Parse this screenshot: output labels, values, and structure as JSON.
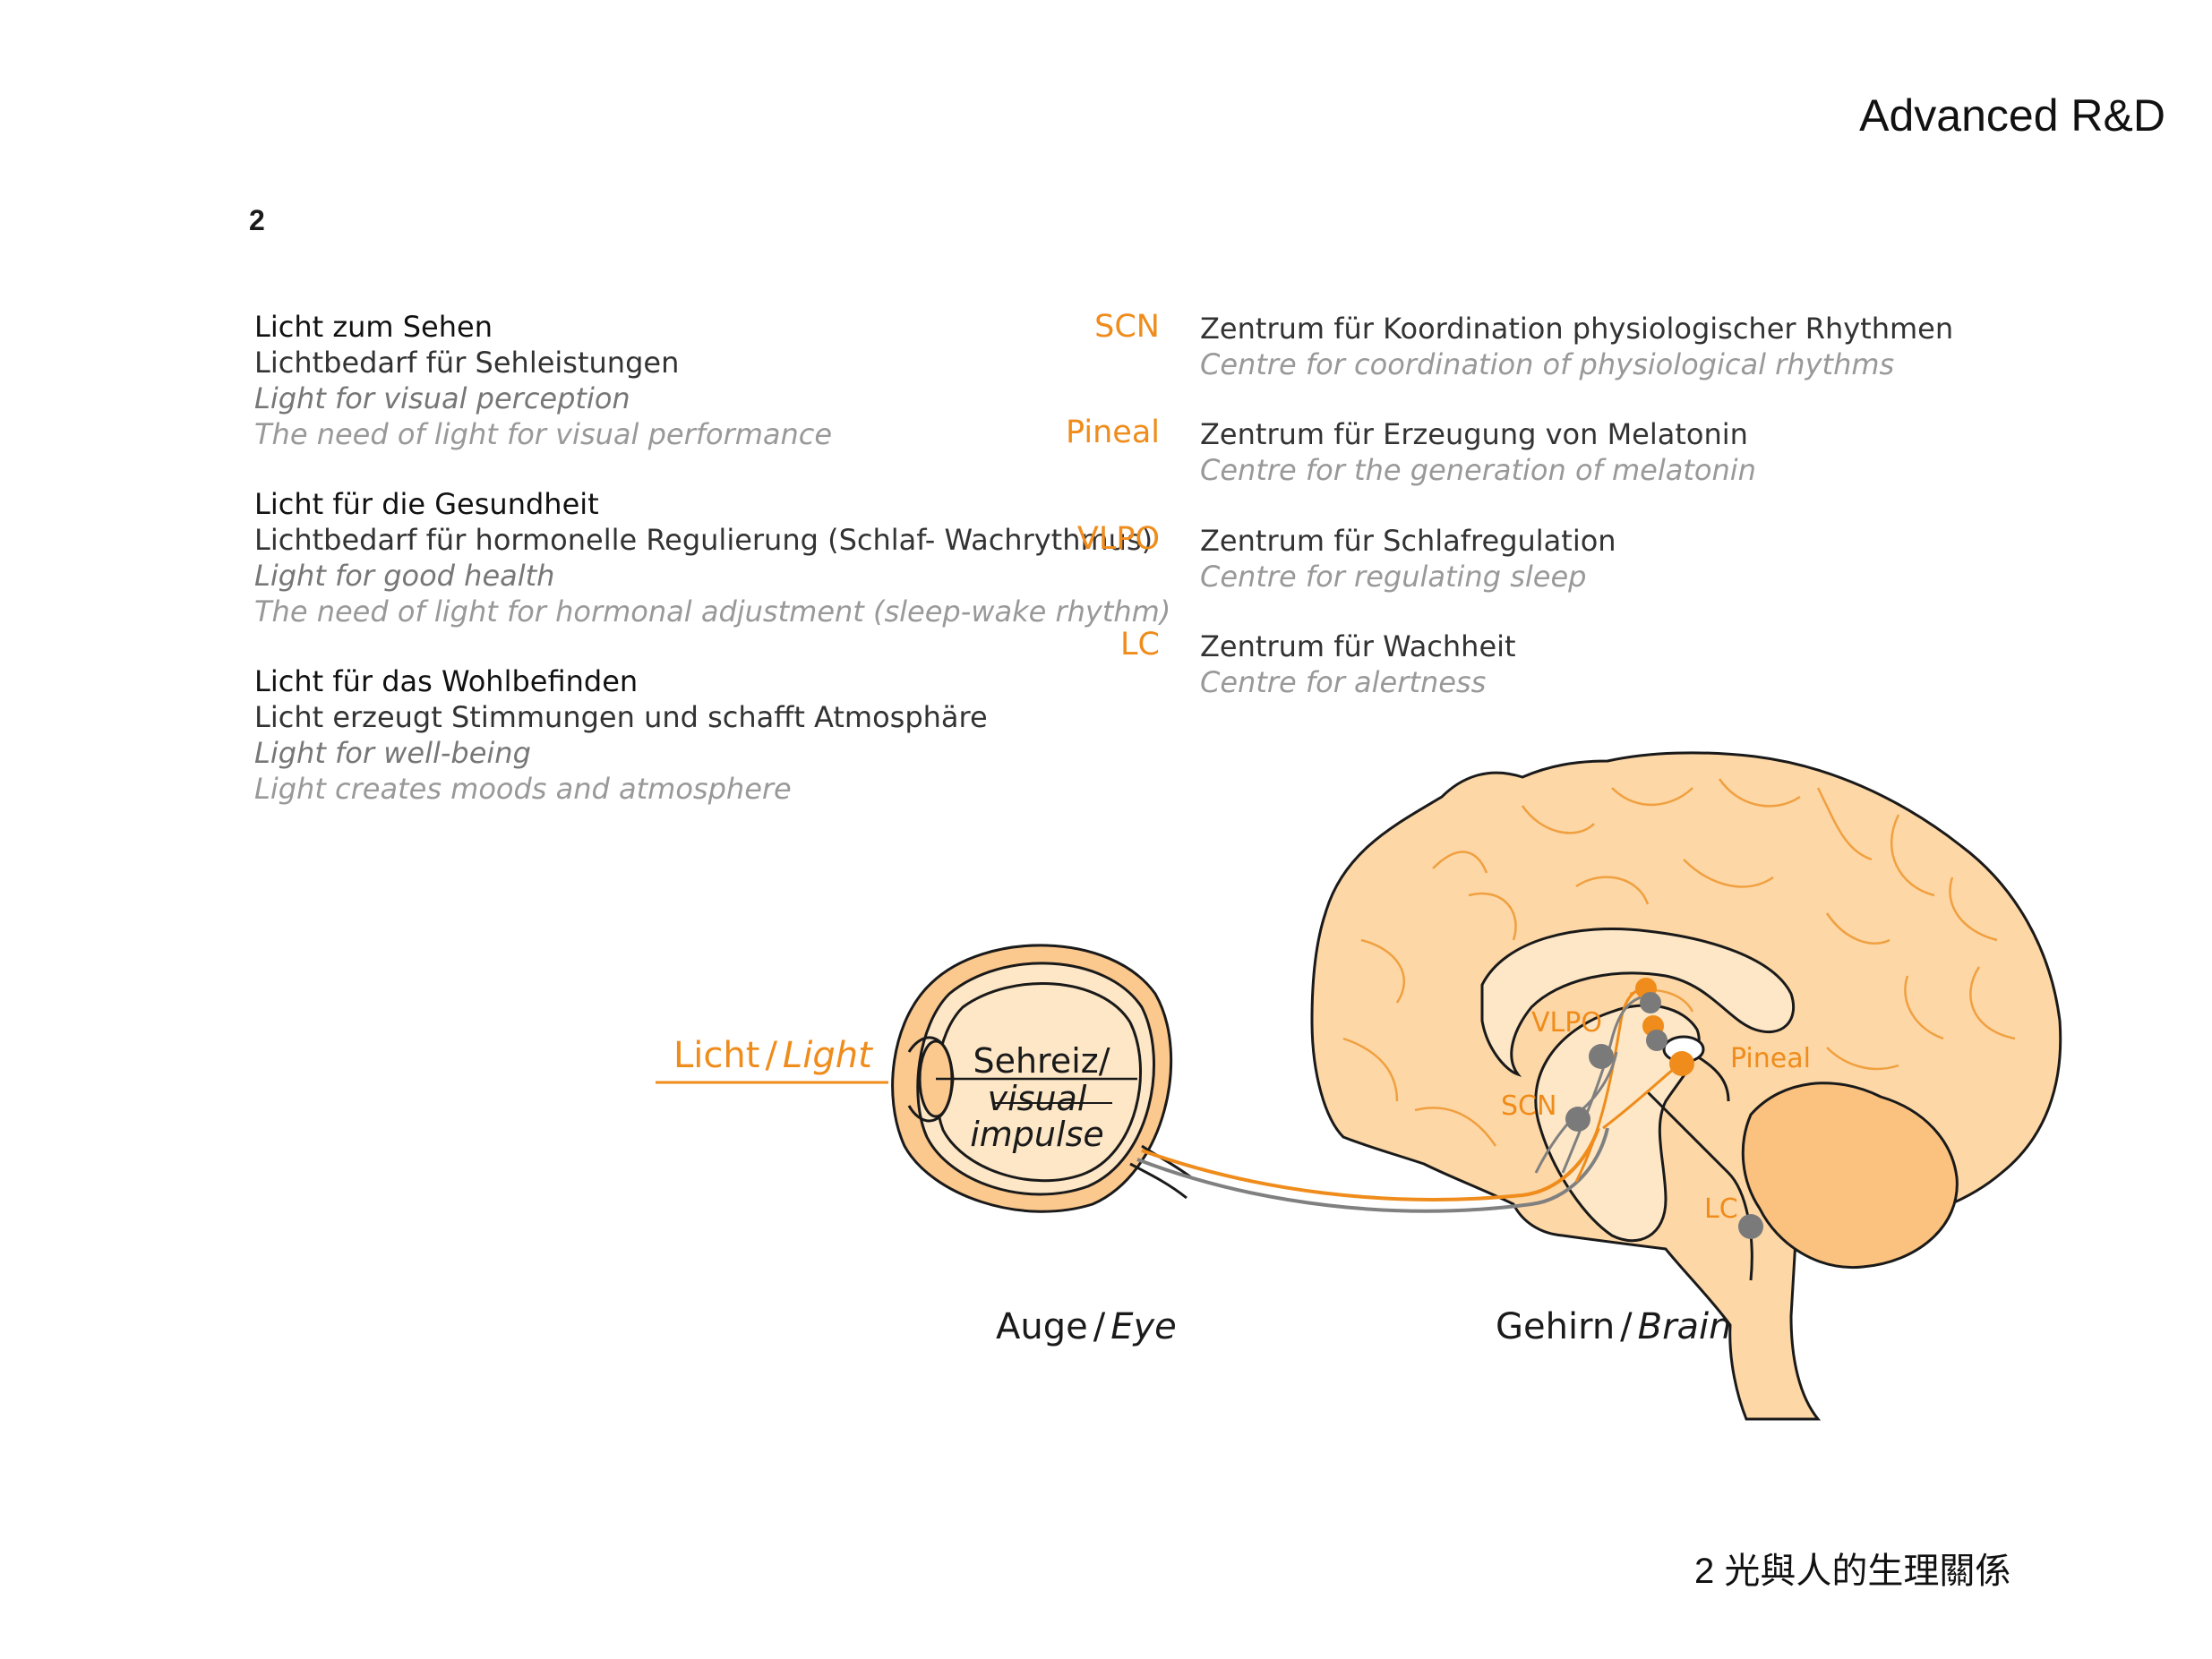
{
  "header": {
    "brand": "Advanced R&D",
    "figure_number": "2"
  },
  "left_blocks": [
    {
      "title_de": "Licht zum Sehen",
      "sub_de": "Lichtbedarf für Sehleistungen",
      "title_en": "Light for visual perception",
      "sub_en": "The need of light for visual performance"
    },
    {
      "title_de": "Licht für die Gesundheit",
      "sub_de": "Lichtbedarf für hormonelle Regulierung (Schlaf- Wachrythmus)",
      "title_en": "Light for good health",
      "sub_en": "The need of light for hormonal adjustment (sleep-wake rhythm)"
    },
    {
      "title_de": "Licht für das Wohlbefinden",
      "sub_de": "Licht erzeugt Stimmungen und schafft Atmosphäre",
      "title_en": "Light for well-being",
      "sub_en": "Light creates moods and atmosphere"
    }
  ],
  "legend": [
    {
      "abbr": "SCN",
      "de": "Zentrum für Koordination physiologischer Rhythmen",
      "en": "Centre for coordination of physiological rhythms"
    },
    {
      "abbr": "Pineal",
      "de": "Zentrum für Erzeugung von Melatonin",
      "en": "Centre for the generation of melatonin"
    },
    {
      "abbr": "VLPO",
      "de": "Zentrum für Schlafregulation",
      "en": "Centre for regulating sleep"
    },
    {
      "abbr": "LC",
      "de": "Zentrum für Wachheit",
      "en": "Centre for alertness"
    }
  ],
  "diagram": {
    "light_de": "Licht",
    "light_en": "Light",
    "sep": "/",
    "impulse_de": "Sehreiz/",
    "impulse_en_1": "visual",
    "impulse_en_2": "impulse",
    "eye_de": "Auge",
    "eye_en": "Eye",
    "brain_de": "Gehirn",
    "brain_en": "Brain",
    "label_vlpo": "VLPO",
    "label_scn": "SCN",
    "label_pineal": "Pineal",
    "label_lc": "LC"
  },
  "caption": "2  光與人的生理關係",
  "colors": {
    "accent": "#ef8c1b",
    "brain_fill": "#fdd7a6",
    "brain_inner": "#fde7c7",
    "cerebellum": "#fbc27f",
    "node_gray": "#7a7a7a"
  }
}
